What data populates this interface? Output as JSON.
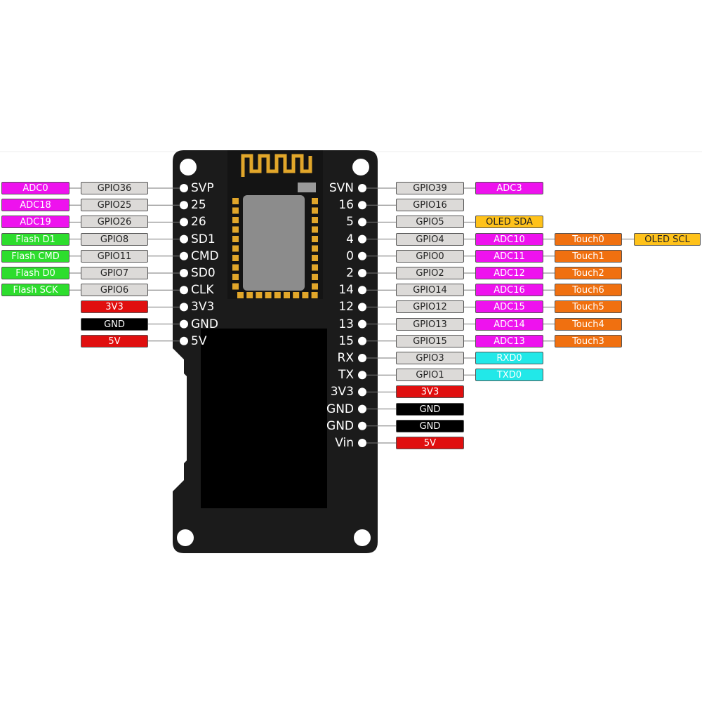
{
  "colors": {
    "board": "#1b1b1b",
    "screen": "#000000",
    "antenna": "#e1a62a",
    "gpio": "#dcdad8",
    "adc": "#ee12ee",
    "flash": "#2ddd2d",
    "power_red": "#e00f0f",
    "gnd": "#000000",
    "touch": "#f07010",
    "oled": "#ffc21a",
    "uart": "#22e8e8"
  },
  "left_pins": [
    {
      "label": "SVP",
      "gpio": "GPIO36",
      "func": "ADC0",
      "func_type": "adc"
    },
    {
      "label": "25",
      "gpio": "GPIO25",
      "func": "ADC18",
      "func_type": "adc"
    },
    {
      "label": "26",
      "gpio": "GPIO26",
      "func": "ADC19",
      "func_type": "adc"
    },
    {
      "label": "SD1",
      "gpio": "GPIO8",
      "func": "Flash D1",
      "func_type": "flash"
    },
    {
      "label": "CMD",
      "gpio": "GPIO11",
      "func": "Flash CMD",
      "func_type": "flash"
    },
    {
      "label": "SD0",
      "gpio": "GPIO7",
      "func": "Flash D0",
      "func_type": "flash"
    },
    {
      "label": "CLK",
      "gpio": "GPIO6",
      "func": "Flash SCK",
      "func_type": "flash"
    },
    {
      "label": "3V3",
      "power": "3V3",
      "power_type": "power_red"
    },
    {
      "label": "GND",
      "power": "GND",
      "power_type": "gnd"
    },
    {
      "label": "5V",
      "power": "5V",
      "power_type": "power_red"
    }
  ],
  "right_pins": [
    {
      "label": "SVN",
      "gpio": "GPIO39",
      "extras": [
        {
          "text": "ADC3",
          "type": "adc"
        }
      ]
    },
    {
      "label": "16",
      "gpio": "GPIO16",
      "extras": []
    },
    {
      "label": "5",
      "gpio": "GPIO5",
      "extras": [
        {
          "text": "OLED SDA",
          "type": "oled"
        }
      ]
    },
    {
      "label": "4",
      "gpio": "GPIO4",
      "extras": [
        {
          "text": "ADC10",
          "type": "adc"
        },
        {
          "text": "Touch0",
          "type": "touch"
        },
        {
          "text": "OLED SCL",
          "type": "oled"
        }
      ]
    },
    {
      "label": "0",
      "gpio": "GPIO0",
      "extras": [
        {
          "text": "ADC11",
          "type": "adc"
        },
        {
          "text": "Touch1",
          "type": "touch"
        }
      ]
    },
    {
      "label": "2",
      "gpio": "GPIO2",
      "extras": [
        {
          "text": "ADC12",
          "type": "adc"
        },
        {
          "text": "Touch2",
          "type": "touch"
        }
      ]
    },
    {
      "label": "14",
      "gpio": "GPIO14",
      "extras": [
        {
          "text": "ADC16",
          "type": "adc"
        },
        {
          "text": "Touch6",
          "type": "touch"
        }
      ]
    },
    {
      "label": "12",
      "gpio": "GPIO12",
      "extras": [
        {
          "text": "ADC15",
          "type": "adc"
        },
        {
          "text": "Touch5",
          "type": "touch"
        }
      ]
    },
    {
      "label": "13",
      "gpio": "GPIO13",
      "extras": [
        {
          "text": "ADC14",
          "type": "adc"
        },
        {
          "text": "Touch4",
          "type": "touch"
        }
      ]
    },
    {
      "label": "15",
      "gpio": "GPIO15",
      "extras": [
        {
          "text": "ADC13",
          "type": "adc"
        },
        {
          "text": "Touch3",
          "type": "touch"
        }
      ]
    },
    {
      "label": "RX",
      "gpio": "GPIO3",
      "extras": [
        {
          "text": "RXD0",
          "type": "uart"
        }
      ]
    },
    {
      "label": "TX",
      "gpio": "GPIO1",
      "extras": [
        {
          "text": "TXD0",
          "type": "uart"
        }
      ]
    },
    {
      "label": "3V3",
      "power": "3V3",
      "power_type": "power_red",
      "extras": []
    },
    {
      "label": "GND",
      "power": "GND",
      "power_type": "gnd",
      "extras": []
    },
    {
      "label": "GND",
      "power": "GND",
      "power_type": "gnd",
      "extras": []
    },
    {
      "label": "Vin",
      "power": "5V",
      "power_type": "power_red",
      "extras": []
    }
  ]
}
